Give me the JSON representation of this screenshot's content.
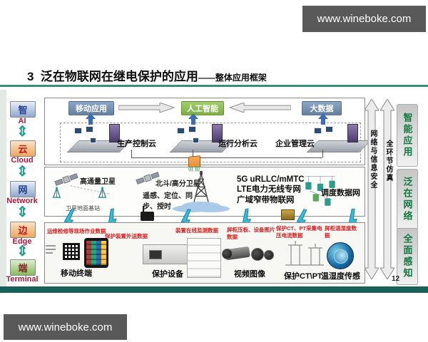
{
  "watermark": {
    "text": "www.wineboke.com"
  },
  "title": {
    "number": "3",
    "main": "泛在物联网在继电保护的应用",
    "sub": "——整体应用框架"
  },
  "page_number": "12",
  "sidebar": {
    "layers": [
      {
        "cn": "智",
        "en": "AI"
      },
      {
        "cn": "云",
        "en": "Cloud"
      },
      {
        "cn": "网",
        "en": "Network"
      },
      {
        "cn": "边",
        "en": "Edge"
      },
      {
        "cn": "端",
        "en": "Terminal"
      }
    ]
  },
  "cloud_layer": {
    "apps": [
      {
        "label": "移动应用"
      },
      {
        "label": "人工智能"
      },
      {
        "label": "大数据"
      }
    ],
    "clouds": [
      {
        "label": "生产控制云"
      },
      {
        "label": "运行分析云"
      },
      {
        "label": "企业管理云"
      }
    ]
  },
  "network_layer": {
    "satellite1": "高通量卫星",
    "satellite2": "北斗/高分卫星",
    "functions": "遥感、定位、同步、授时",
    "ground_station": "卫星地面基站",
    "radio_waves": "((( )))",
    "wireless": [
      "5G uRLLC/mMTC",
      "LTE电力无线专网",
      "广域窄带物联网"
    ],
    "dispatch_network": "调度数据网"
  },
  "terminal_layer": {
    "data_labels": [
      "运维检修等现场作业数据",
      "保护装置外送数据",
      "装置在线监测数据",
      "屏柜压板、设备图片数据",
      "保护CT、PT采集电压电流数据",
      "屏柜温湿度数据"
    ],
    "devices": [
      "移动终端",
      "保护设备",
      "视频图像",
      "保护CT\\PT",
      "温湿度传感"
    ]
  },
  "right_panel": {
    "arrows": [
      "网络与信息安全",
      "全环节仿真"
    ],
    "labels": [
      "智能应用",
      "泛在网络",
      "全面感知"
    ]
  },
  "colors": {
    "bottom_bar": "#186158",
    "watermark_bg": "#595959",
    "lightning": "#35bcd8",
    "data_label_red": "#d42020",
    "side_label_green": "#0e7a3e"
  }
}
